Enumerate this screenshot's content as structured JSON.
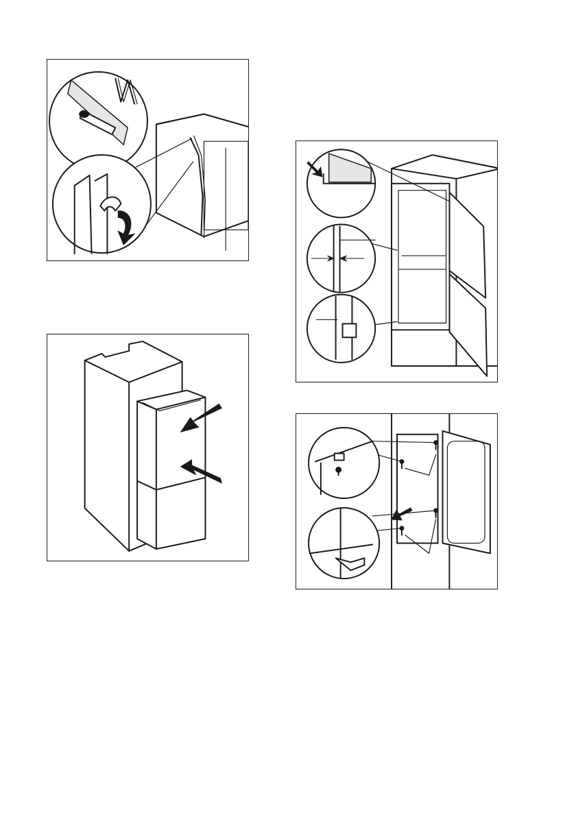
{
  "page": {
    "background": "#ffffff",
    "line_color": "#1a1a1a"
  },
  "figures": [
    {
      "id": "trim-seal-strip",
      "icons": [
        "cutter-icon",
        "ruler-icon",
        "peel-arrow-icon"
      ]
    },
    {
      "id": "push-appliance-into-niche",
      "icons": [
        "push-arrow-icon"
      ]
    },
    {
      "id": "align-door-hinges",
      "icons": [
        "pointer-arrow-icon",
        "gap-arrow-icon"
      ]
    },
    {
      "id": "fix-screws-bracket",
      "icons": [
        "screw-icon",
        "direction-arrow-icon"
      ]
    }
  ]
}
